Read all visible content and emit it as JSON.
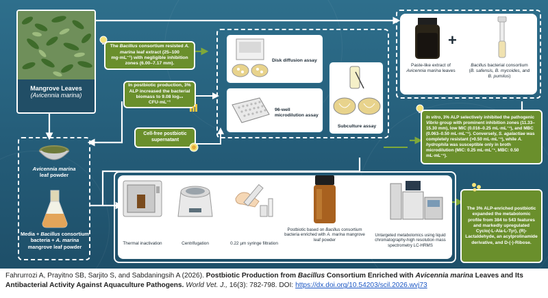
{
  "mangrove": {
    "title": "Mangrove Leaves",
    "subtitle": "(Avicennia marina)"
  },
  "powder_label": {
    "name": "Avicennia marina",
    "rest": "leaf powder"
  },
  "media_label": {
    "a": "Media + ",
    "b": "Bacillus",
    "c": " consortium",
    "d": "bacteria + ",
    "e": "A. marina",
    "f": "mangrove leaf powder"
  },
  "boxes": {
    "resisted": [
      "The ",
      "Bacillus",
      " consortium resisted ",
      "A. marina",
      " leaf extract (25–100 mg·mL⁻¹) with negligible inhibition zones (6.00–7.17 mm)."
    ],
    "biomass": "In postbiotic production, 3% ALP increased the bacterial biomass to 9.08 log₁₀ CFU·mL⁻¹",
    "cellfree": "Cell-free postbiotic supernatant",
    "invitro": [
      "In vitro",
      ", 3% ALP selectively inhibited the pathogenic ",
      "Vibrio",
      " group with prominent inhibition zones (11.33–15.30 mm), low MIC (0.016–0.25 mL·mL⁻¹), and MBC (0.063–0.50 mL·mL⁻¹). Conversely, ",
      "S. agalactiae",
      " was completely resistant (>0.50 mL·mL⁻¹), while ",
      "A. hydrophila",
      " was susceptible only in broth microdilution (MIC: 0.25 mL·mL⁻¹, MBC: 0.50 mL·mL⁻¹)."
    ],
    "metabolomic": "The 3% ALP-enriched postbiotic expanded the metabolomic profile from 384 to 543 features and markedly upregulated Cyclo(-L-Ala-L-Tyr), (R)-Lactaldehyde, an acylprolinamide derivative, and D-(-)-Ribose."
  },
  "assays": {
    "disk": "Disk diffusion assay",
    "microdilution": "96-well microdilution assay",
    "subculture": "Subculture assay"
  },
  "extract": {
    "a": "Paste-like extract of",
    "b": "Avicennia marina",
    "c": " leaves"
  },
  "plus": "+",
  "consortium": {
    "a": "Bacillus",
    "b": " bacterial consortium",
    "c": "(",
    "d": "B. safensis, B. mycoides,",
    "e": " and",
    "f": "B. pumilus",
    "g": ")"
  },
  "steps": {
    "thermal": "Thermal inactivation",
    "centrifugation": "Centrifugation",
    "filtration": "0.22 µm syringe filtration",
    "postbiotic": [
      "Postbiotic based on ",
      "Bacillus",
      " consortium bacteria enriched with ",
      "A. marina",
      " mangrove leaf powder"
    ],
    "metabolomics": "Untargeted metabolomics using liquid chromatography-high resolution mass spectrometry LC-HRMS"
  },
  "citation": {
    "authors": "Fahrurrozi A, Prayitno SB, Sarjito S, and Sabdaningsih A (2026). ",
    "title_a": "Postbiotic Production from ",
    "title_b": "Bacillus",
    "title_c": " Consortium Enriched with ",
    "title_d": "Avicennia marina",
    "title_e": " Leaves and Its Antibacterial Activity Against Aquaculture Pathogens.",
    "journal": " World Vet. J.,",
    "volume": " 16(3): 782-798. DOI: ",
    "doi": "https://dx.doi.org/10.54203/scil.2026.wvj73"
  },
  "colors": {
    "bg": "#2e6f8c",
    "green": "#6a8f2c",
    "link": "#1a56c4"
  }
}
